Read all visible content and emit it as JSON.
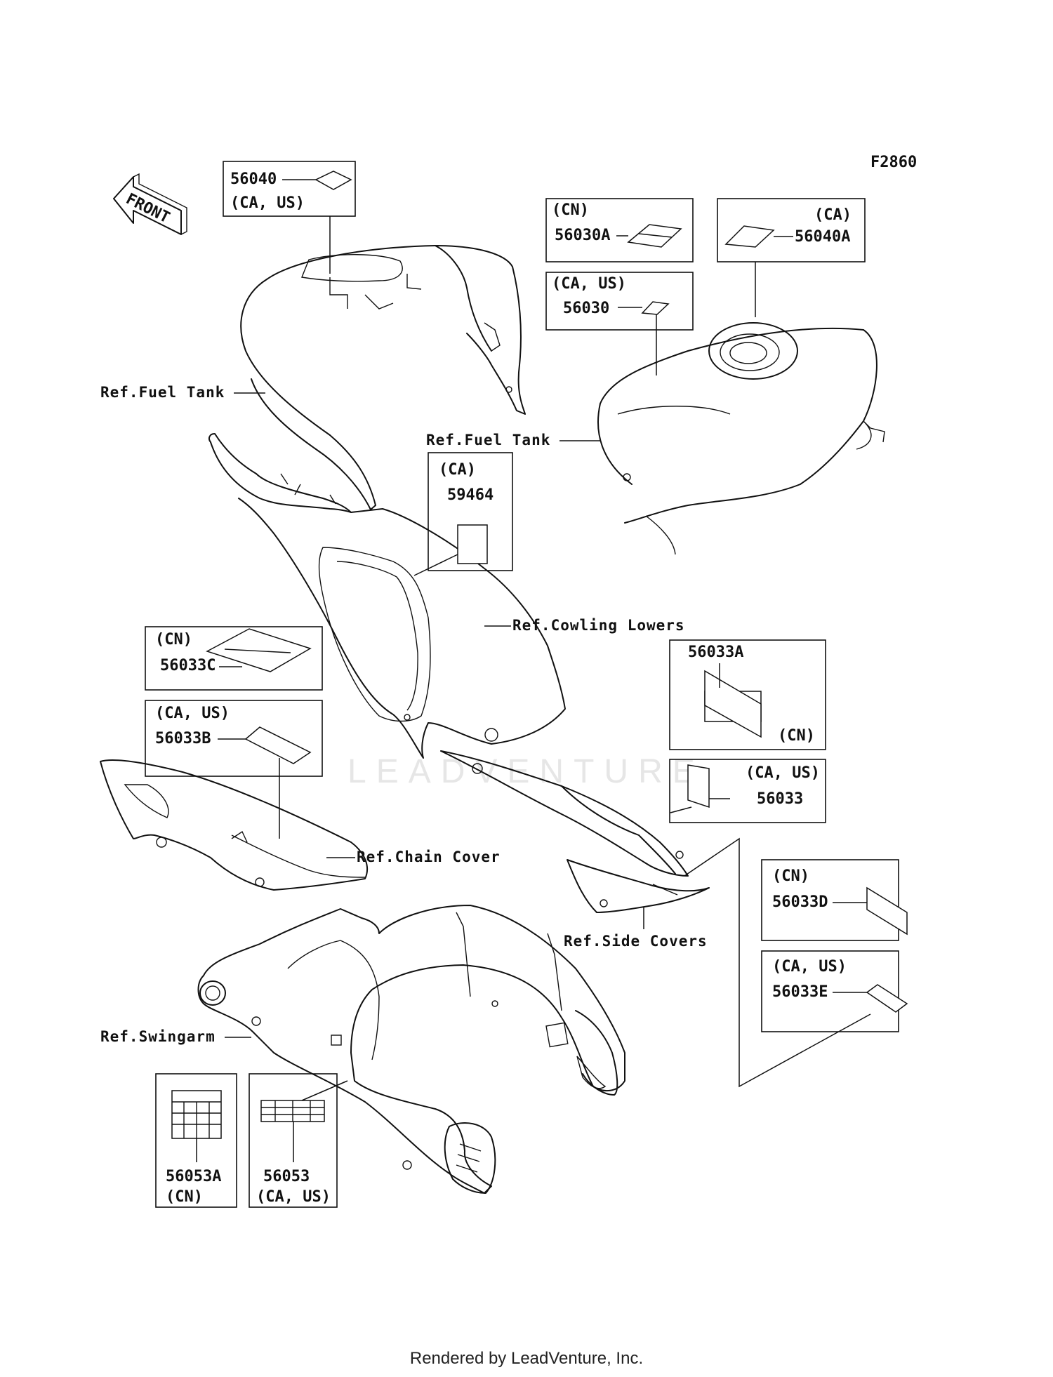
{
  "figure_code": "F2860",
  "front_label": "FRONT",
  "watermark": "LEADVENTURE",
  "footer": "Rendered by LeadVenture, Inc.",
  "callouts": [
    {
      "id": "56040",
      "part": "56040",
      "region": "(CA, US)"
    },
    {
      "id": "56030A",
      "part": "56030A",
      "region": "(CN)"
    },
    {
      "id": "56040A",
      "part": "56040A",
      "region": "(CA)"
    },
    {
      "id": "56030",
      "part": "56030",
      "region": "(CA, US)"
    },
    {
      "id": "59464",
      "part": "59464",
      "region": "(CA)"
    },
    {
      "id": "56033C",
      "part": "56033C",
      "region": "(CN)"
    },
    {
      "id": "56033B",
      "part": "56033B",
      "region": "(CA, US)"
    },
    {
      "id": "56033A",
      "part": "56033A",
      "region": "(CN)"
    },
    {
      "id": "56033",
      "part": "56033",
      "region": "(CA, US)"
    },
    {
      "id": "56033D",
      "part": "56033D",
      "region": "(CN)"
    },
    {
      "id": "56033E",
      "part": "56033E",
      "region": "(CA, US)"
    },
    {
      "id": "56053A",
      "part": "56053A",
      "region": "(CN)"
    },
    {
      "id": "56053",
      "part": "56053",
      "region": "(CA, US)"
    }
  ],
  "references": {
    "fuel_tank_cover": "Ref.Fuel Tank",
    "fuel_tank": "Ref.Fuel Tank",
    "cowling_lowers": "Ref.Cowling Lowers",
    "chain_cover": "Ref.Chain Cover",
    "side_covers": "Ref.Side Covers",
    "swingarm": "Ref.Swingarm"
  }
}
